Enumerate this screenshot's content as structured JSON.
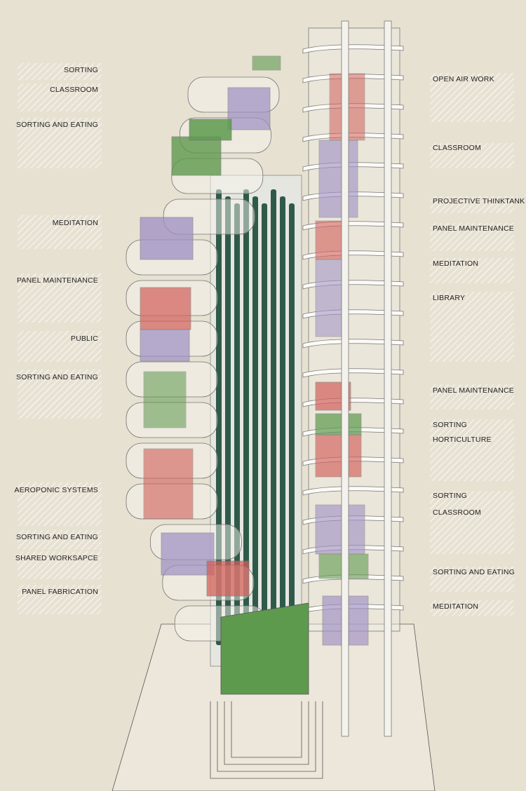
{
  "left_labels": [
    "SORTING",
    "CLASSROOM",
    "SORTING AND EATING",
    "MEDITATION",
    "PANEL MAINTENANCE",
    "PUBLIC",
    "SORTING AND EATING",
    "AEROPONIC SYSTEMS",
    "SORTING AND EATING",
    "SHARED WORKSAPCE",
    "PANEL FABRICATION"
  ],
  "right_labels": [
    "OPEN AIR WORK",
    "CLASSROOM",
    "PROJECTIVE THINKTANK",
    "PANEL MAINTENANCE",
    "MEDITATION",
    "LIBRARY",
    "PANEL MAINTENANCE",
    "SORTING",
    "HORTICULTURE",
    "SORTING",
    "CLASSROOM",
    "SORTING AND EATING",
    "MEDITATION"
  ],
  "colors": {
    "background": "#e7e1d2",
    "green": "#5e9a4e",
    "purple": "#9e8fc4",
    "red": "#d2605a",
    "column": "#2f5a4a"
  }
}
